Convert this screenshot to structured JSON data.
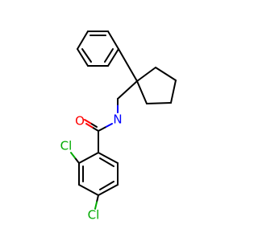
{
  "molecule": {
    "atoms": {
      "O": {
        "label": "O",
        "color": "#ff0000"
      },
      "N": {
        "label": "N",
        "color": "#0000ff"
      },
      "Cl2": {
        "label": "Cl",
        "color": "#00aa00"
      },
      "Cl4": {
        "label": "Cl",
        "color": "#00aa00"
      }
    },
    "colors": {
      "carbon_bond": "#000000",
      "oxygen": "#ff0000",
      "nitrogen": "#0000ff",
      "chlorine": "#00aa00"
    }
  }
}
